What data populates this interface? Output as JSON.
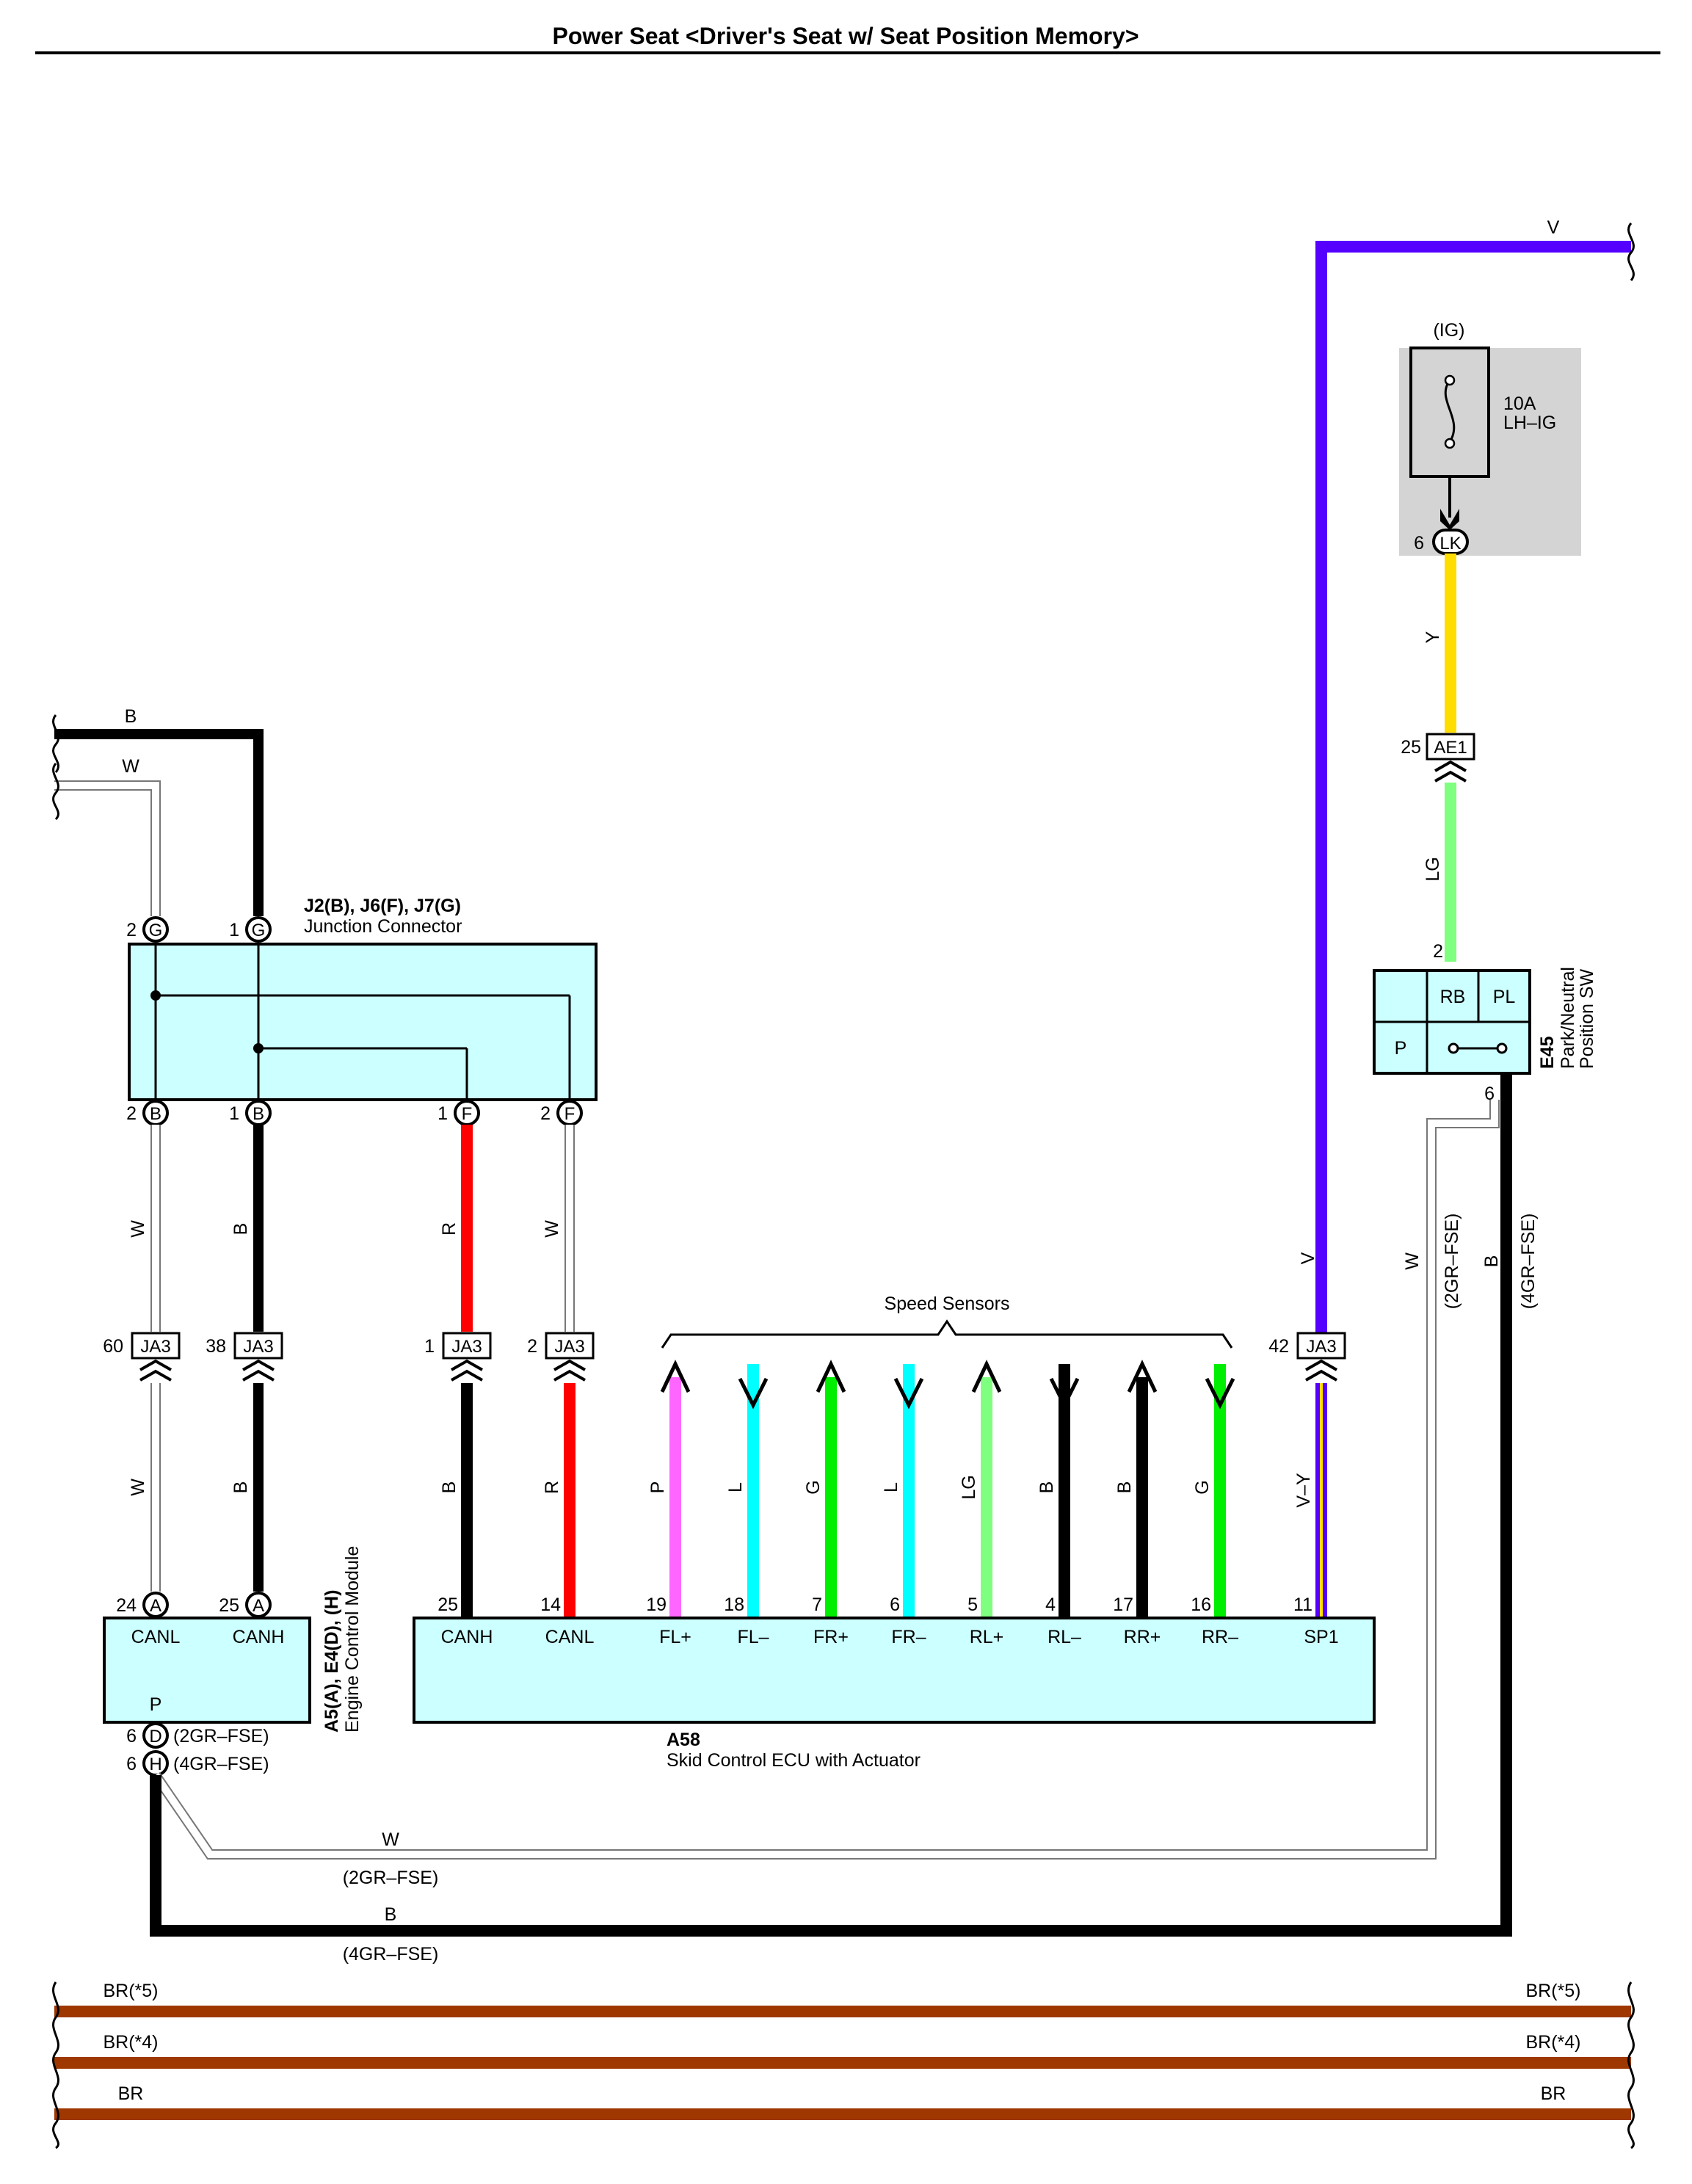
{
  "title": "Power Seat <Driver's Seat w/ Seat Position Memory>",
  "colors": {
    "B": "#000000",
    "W": "#bdbdbd",
    "R": "#ff0000",
    "P": "#ff66ff",
    "L": "#00ffff",
    "G": "#00ee00",
    "LG": "#7fff7f",
    "V": "#5500ff",
    "Y": "#ffdd00",
    "BR": "#9e3800",
    "ecu_fill": "#ccffff",
    "fuse_box": "#d4d4d4"
  },
  "fuse": {
    "label_ig": "(IG)",
    "rating": "10A",
    "name": "LH–IG",
    "pin": "6",
    "connector": "LK"
  },
  "wire_labels": {
    "v_top": "V",
    "y": "Y",
    "lg": "LG",
    "b_top": "B",
    "w_top": "W",
    "w_left": "W",
    "b_left": "B",
    "r_mid": "R",
    "w_mid": "W",
    "w_lower": "W",
    "b_lower": "B",
    "b_canh": "B",
    "r_canl": "R",
    "p": "P",
    "l1": "L",
    "g1": "G",
    "l2": "L",
    "lg2": "LG",
    "b1": "B",
    "b2": "B",
    "g2": "G",
    "vy": "V–Y",
    "v_right": "V",
    "w_2gr": "W",
    "w_2gr_note": "(2GR–FSE)",
    "b_4gr": "B",
    "b_4gr_note": "(4GR–FSE)",
    "bottom_w": "W",
    "bottom_w_note": "(2GR–FSE)",
    "bottom_b": "B",
    "bottom_b_note": "(4GR–FSE)"
  },
  "ae1": {
    "pin": "25",
    "name": "AE1"
  },
  "park_switch": {
    "code": "E45",
    "name_line1": "Park/Neutral",
    "name_line2": "Position SW",
    "pin_top": "2",
    "pin_bottom": "6",
    "rb": "RB",
    "pl": "PL",
    "p": "P"
  },
  "junction": {
    "code": "J2(B), J6(F), J7(G)",
    "name": "Junction Connector",
    "top_pins": [
      {
        "num": "2",
        "letter": "G"
      },
      {
        "num": "1",
        "letter": "G"
      }
    ],
    "bottom_pins": [
      {
        "num": "2",
        "letter": "B"
      },
      {
        "num": "1",
        "letter": "B"
      },
      {
        "num": "1",
        "letter": "F"
      },
      {
        "num": "2",
        "letter": "F"
      }
    ]
  },
  "ja3": [
    {
      "pin": "60",
      "name": "JA3"
    },
    {
      "pin": "38",
      "name": "JA3"
    },
    {
      "pin": "1",
      "name": "JA3"
    },
    {
      "pin": "2",
      "name": "JA3"
    },
    {
      "pin": "42",
      "name": "JA3"
    }
  ],
  "speed_sensors": "Speed Sensors",
  "ecm": {
    "code": "A5(A), E4(D), (H)",
    "name": "Engine Control Module",
    "pins": [
      {
        "num": "24",
        "letter": "A",
        "label": "CANL"
      },
      {
        "num": "25",
        "letter": "A",
        "label": "CANH"
      }
    ],
    "p_label": "P",
    "bottom_pins": [
      {
        "num": "6",
        "letter": "D",
        "note": "(2GR–FSE)"
      },
      {
        "num": "6",
        "letter": "H",
        "note": "(4GR–FSE)"
      }
    ]
  },
  "skid": {
    "code": "A58",
    "name": "Skid Control ECU with Actuator",
    "pins": [
      {
        "num": "25",
        "label": "CANH"
      },
      {
        "num": "14",
        "label": "CANL"
      },
      {
        "num": "19",
        "label": "FL+"
      },
      {
        "num": "18",
        "label": "FL–"
      },
      {
        "num": "7",
        "label": "FR+"
      },
      {
        "num": "6",
        "label": "FR–"
      },
      {
        "num": "5",
        "label": "RL+"
      },
      {
        "num": "4",
        "label": "RL–"
      },
      {
        "num": "17",
        "label": "RR+"
      },
      {
        "num": "16",
        "label": "RR–"
      },
      {
        "num": "11",
        "label": "SP1"
      }
    ]
  },
  "br_wires": [
    {
      "left": "BR(*5)",
      "right": "BR(*5)"
    },
    {
      "left": "BR(*4)",
      "right": "BR(*4)"
    },
    {
      "left": "BR",
      "right": "BR"
    }
  ]
}
